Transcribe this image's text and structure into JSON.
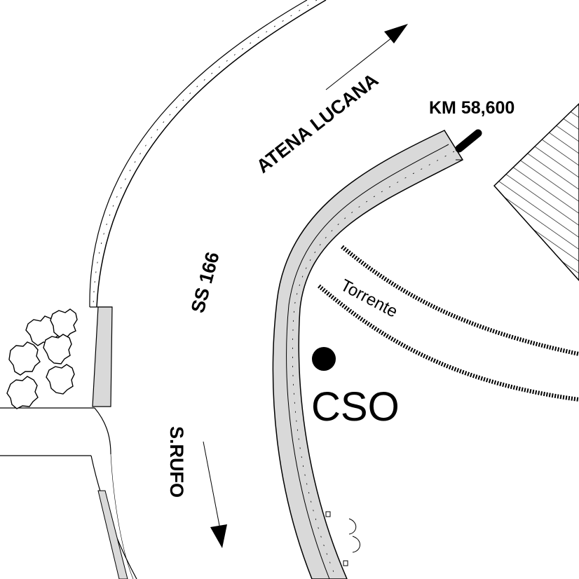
{
  "labels": {
    "road_name": "SS 166",
    "direction_north": "ATENA LUCANA",
    "direction_south": "S.RUFO",
    "kilometre": "KM 58,600",
    "stream": "Torrente",
    "station": "CSO"
  },
  "icons": {
    "station_marker": "filled-circle",
    "trees": "tree-cluster",
    "hatched_area": "hatched-building"
  },
  "colors": {
    "line": "#000000",
    "road_fill": "#d9d9d9",
    "background": "#ffffff"
  }
}
